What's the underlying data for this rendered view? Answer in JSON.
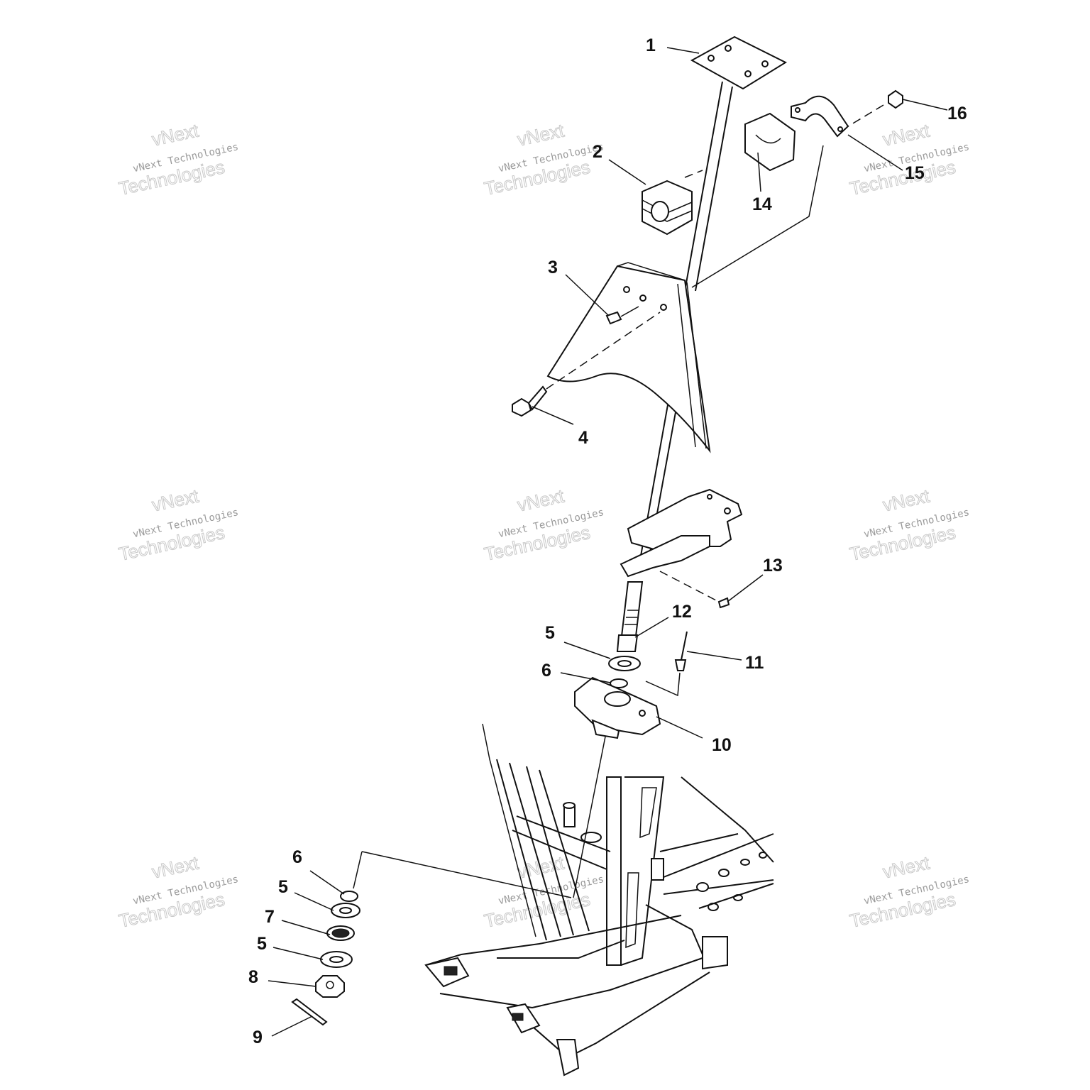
{
  "diagram": {
    "callouts": [
      {
        "id": "c1",
        "label": "1"
      },
      {
        "id": "c2",
        "label": "2"
      },
      {
        "id": "c3",
        "label": "3"
      },
      {
        "id": "c4",
        "label": "4"
      },
      {
        "id": "c5a",
        "label": "5"
      },
      {
        "id": "c6a",
        "label": "6"
      },
      {
        "id": "c10",
        "label": "10"
      },
      {
        "id": "c11",
        "label": "11"
      },
      {
        "id": "c12",
        "label": "12"
      },
      {
        "id": "c13",
        "label": "13"
      },
      {
        "id": "c14",
        "label": "14"
      },
      {
        "id": "c15",
        "label": "15"
      },
      {
        "id": "c16",
        "label": "16"
      },
      {
        "id": "c6b",
        "label": "6"
      },
      {
        "id": "c5b",
        "label": "5"
      },
      {
        "id": "c7",
        "label": "7"
      },
      {
        "id": "c5c",
        "label": "5"
      },
      {
        "id": "c8",
        "label": "8"
      },
      {
        "id": "c9",
        "label": "9"
      }
    ]
  },
  "watermark": {
    "brand": "vNext",
    "line_small": "vNext Technologies",
    "line_big": "Technologies"
  }
}
